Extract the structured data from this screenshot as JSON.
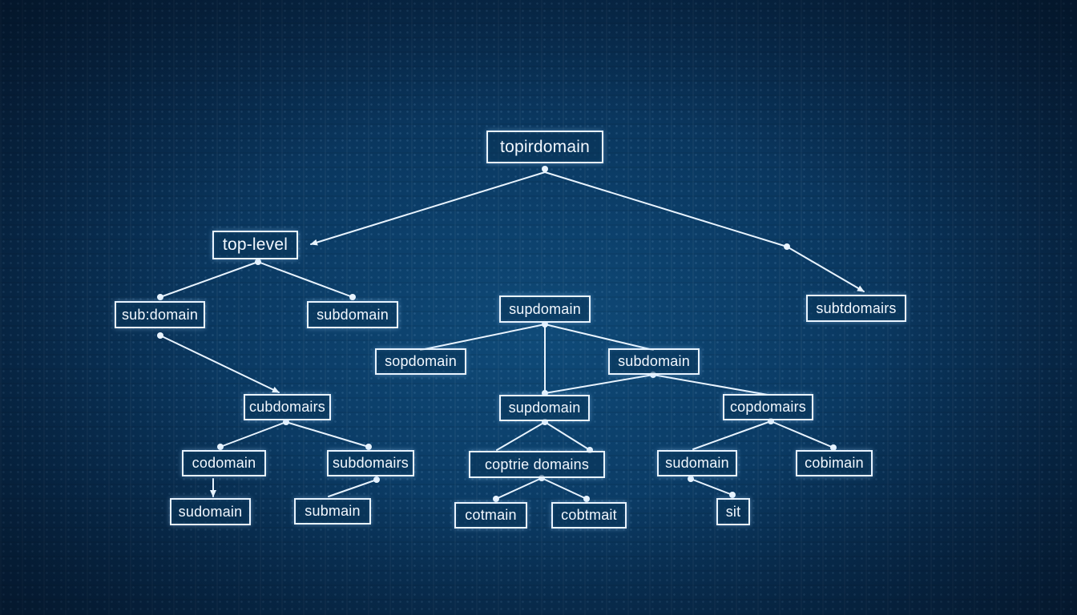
{
  "nodes": {
    "root": "topirdomain",
    "top_level": "top-level",
    "sub_left_a": "sub:domain",
    "sub_left_b": "subdomain",
    "sub_right": "subtdomairs",
    "sup_center": "supdomain",
    "sop_center": "sopdomain",
    "sub_center": "subdomain",
    "cub_left": "cubdomairs",
    "sup_center_2": "supdomain",
    "cop_right": "copdomairs",
    "cod_left": "codomain",
    "sub_left_c": "subdomairs",
    "coptrie": "coptrie domains",
    "sud_right": "sudomain",
    "cobi_right": "cobimain",
    "sud_left_leaf": "sudomain",
    "submain": "submain",
    "cotmain": "cotmain",
    "cobtmait": "cobtmait",
    "sit": "sit"
  },
  "colors": {
    "background": "#0b3c66",
    "line": "#e9f4ff",
    "node_border": "#e9f4ff"
  }
}
